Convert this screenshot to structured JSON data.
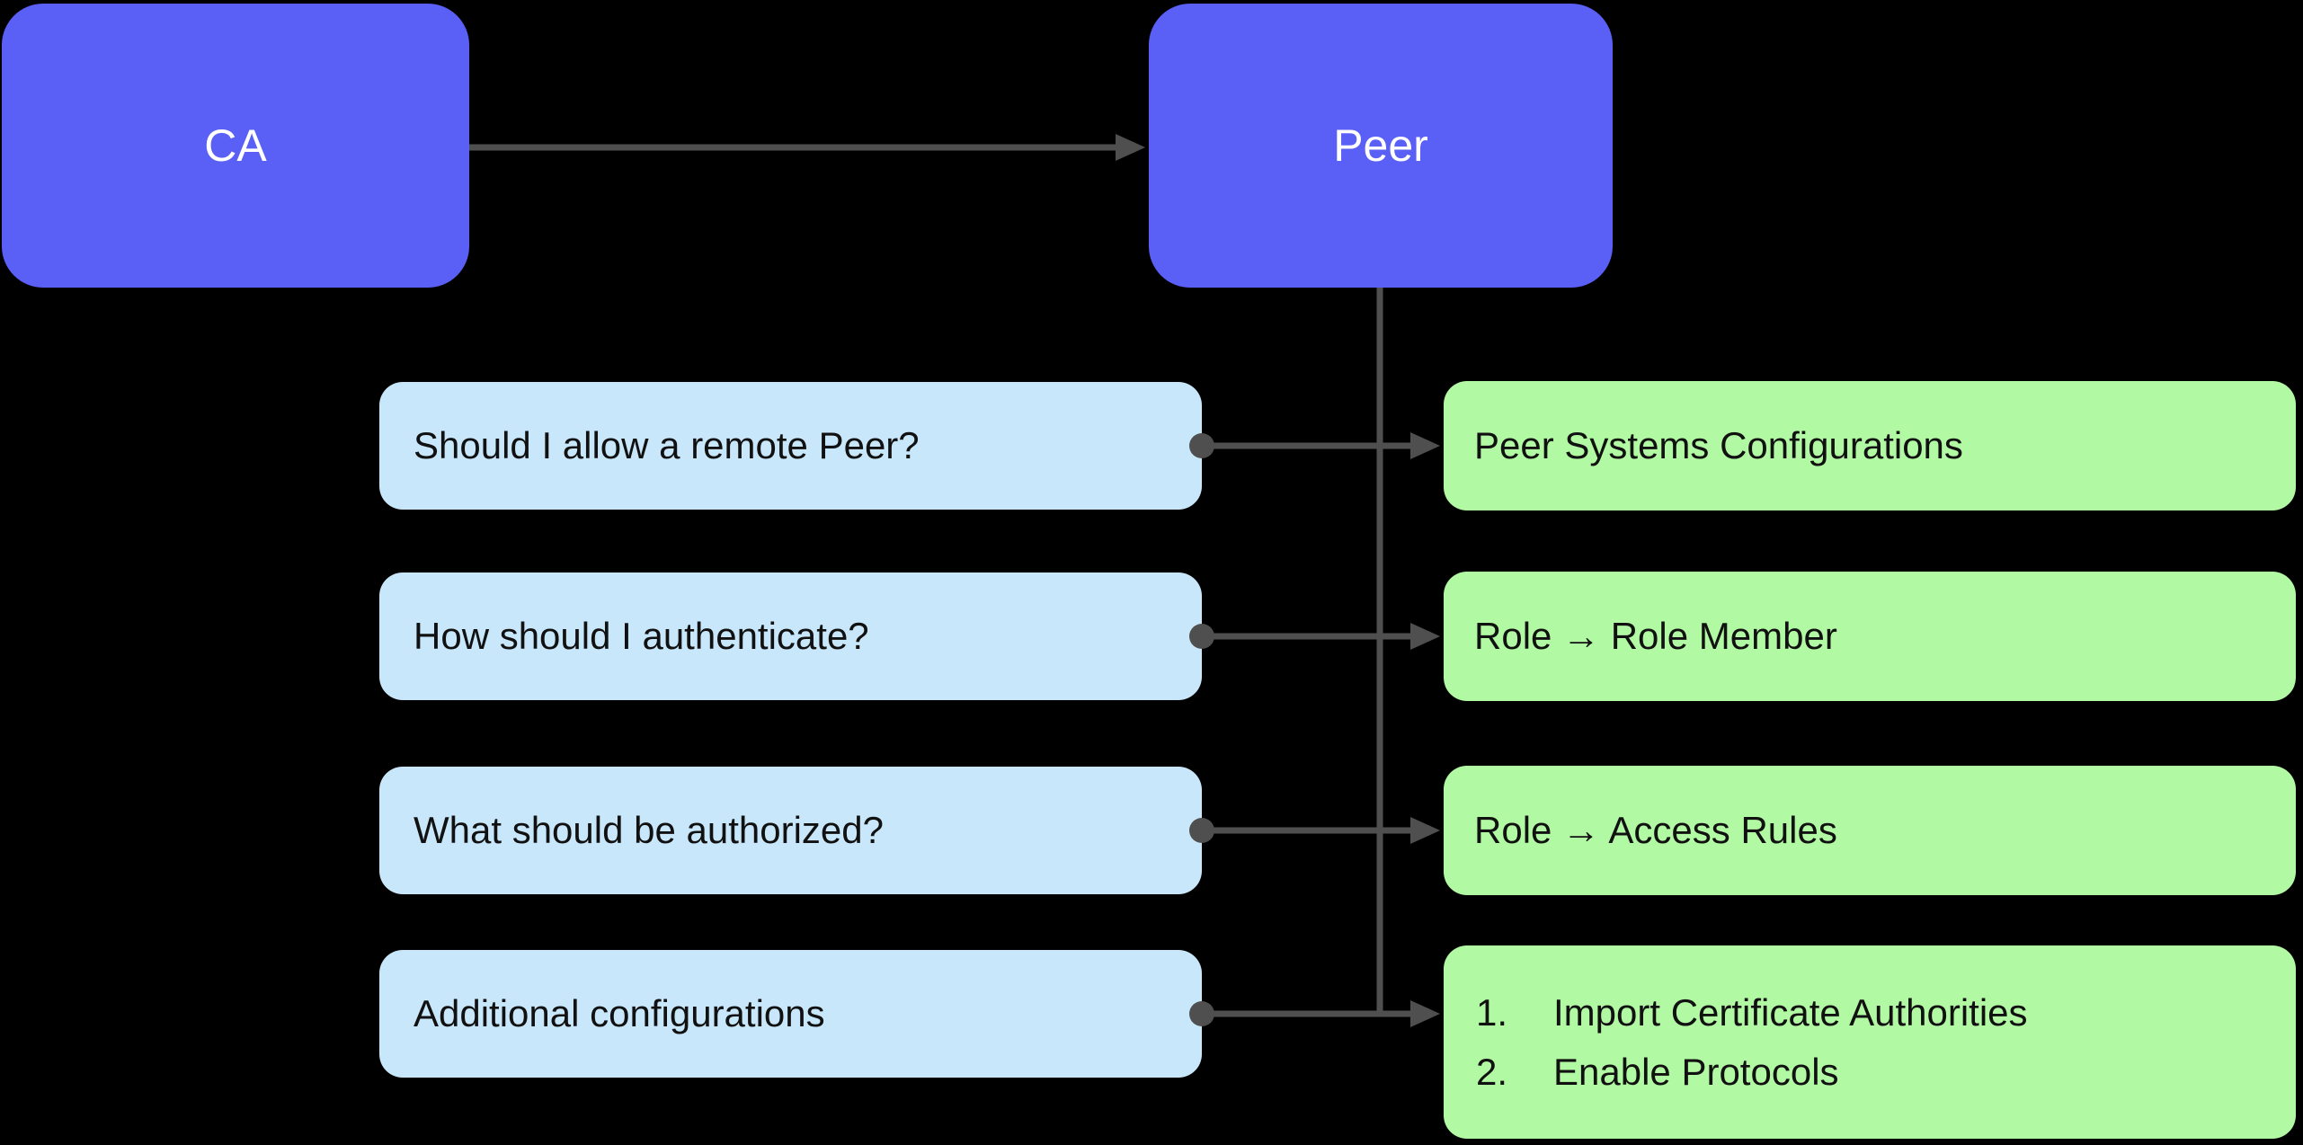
{
  "colors": {
    "background": "#000000",
    "node_fill": "#5A5FF5",
    "node_text": "#FFFFFF",
    "question_fill": "#C9E7FB",
    "answer_fill": "#B2F9A3",
    "text_color": "#111111",
    "connector": "#4F4F4F"
  },
  "nodes": {
    "ca": "CA",
    "peer": "Peer"
  },
  "rows": [
    {
      "question": "Should I allow a remote Peer?",
      "answer": "Peer Systems Configurations"
    },
    {
      "question": "How should I authenticate?",
      "answer": "Role → Role Member"
    },
    {
      "question": "What should be authorized?",
      "answer": "Role → Access Rules"
    },
    {
      "question": "Additional configurations",
      "answer_list": [
        {
          "marker": "1.",
          "text": "Import Certificate Authorities"
        },
        {
          "marker": "2.",
          "text": "Enable Protocols"
        }
      ]
    }
  ]
}
